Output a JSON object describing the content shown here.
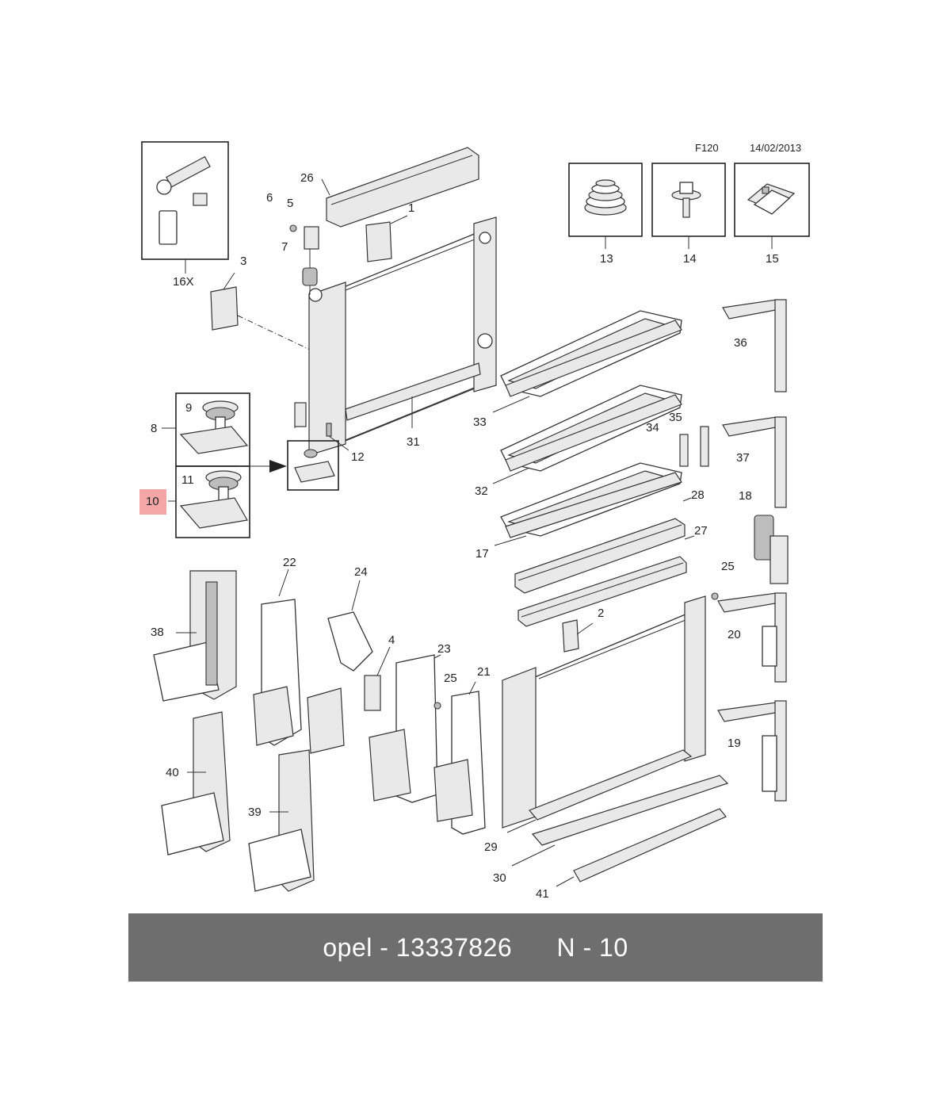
{
  "header": {
    "code": "F120",
    "date": "14/02/2013"
  },
  "banner": {
    "brand_part": "opel - 13337826",
    "position": "N - 10"
  },
  "highlight": {
    "label": "10",
    "color": "#f4a6a6"
  },
  "callouts": {
    "c16x": "16X",
    "c1": "1",
    "c2": "2",
    "c3": "3",
    "c4": "4",
    "c5": "5",
    "c6": "6",
    "c7": "7",
    "c8": "8",
    "c9": "9",
    "c11": "11",
    "c12": "12",
    "c13": "13",
    "c14": "14",
    "c15": "15",
    "c17": "17",
    "c18": "18",
    "c19": "19",
    "c20": "20",
    "c21": "21",
    "c22": "22",
    "c23": "23",
    "c24": "24",
    "c25a": "25",
    "c25b": "25",
    "c26": "26",
    "c27": "27",
    "c28": "28",
    "c29": "29",
    "c30": "30",
    "c31": "31",
    "c32": "32",
    "c33": "33",
    "c34": "34",
    "c35": "35",
    "c36": "36",
    "c37": "37",
    "c38": "38",
    "c39": "39",
    "c40": "40",
    "c41": "41"
  }
}
